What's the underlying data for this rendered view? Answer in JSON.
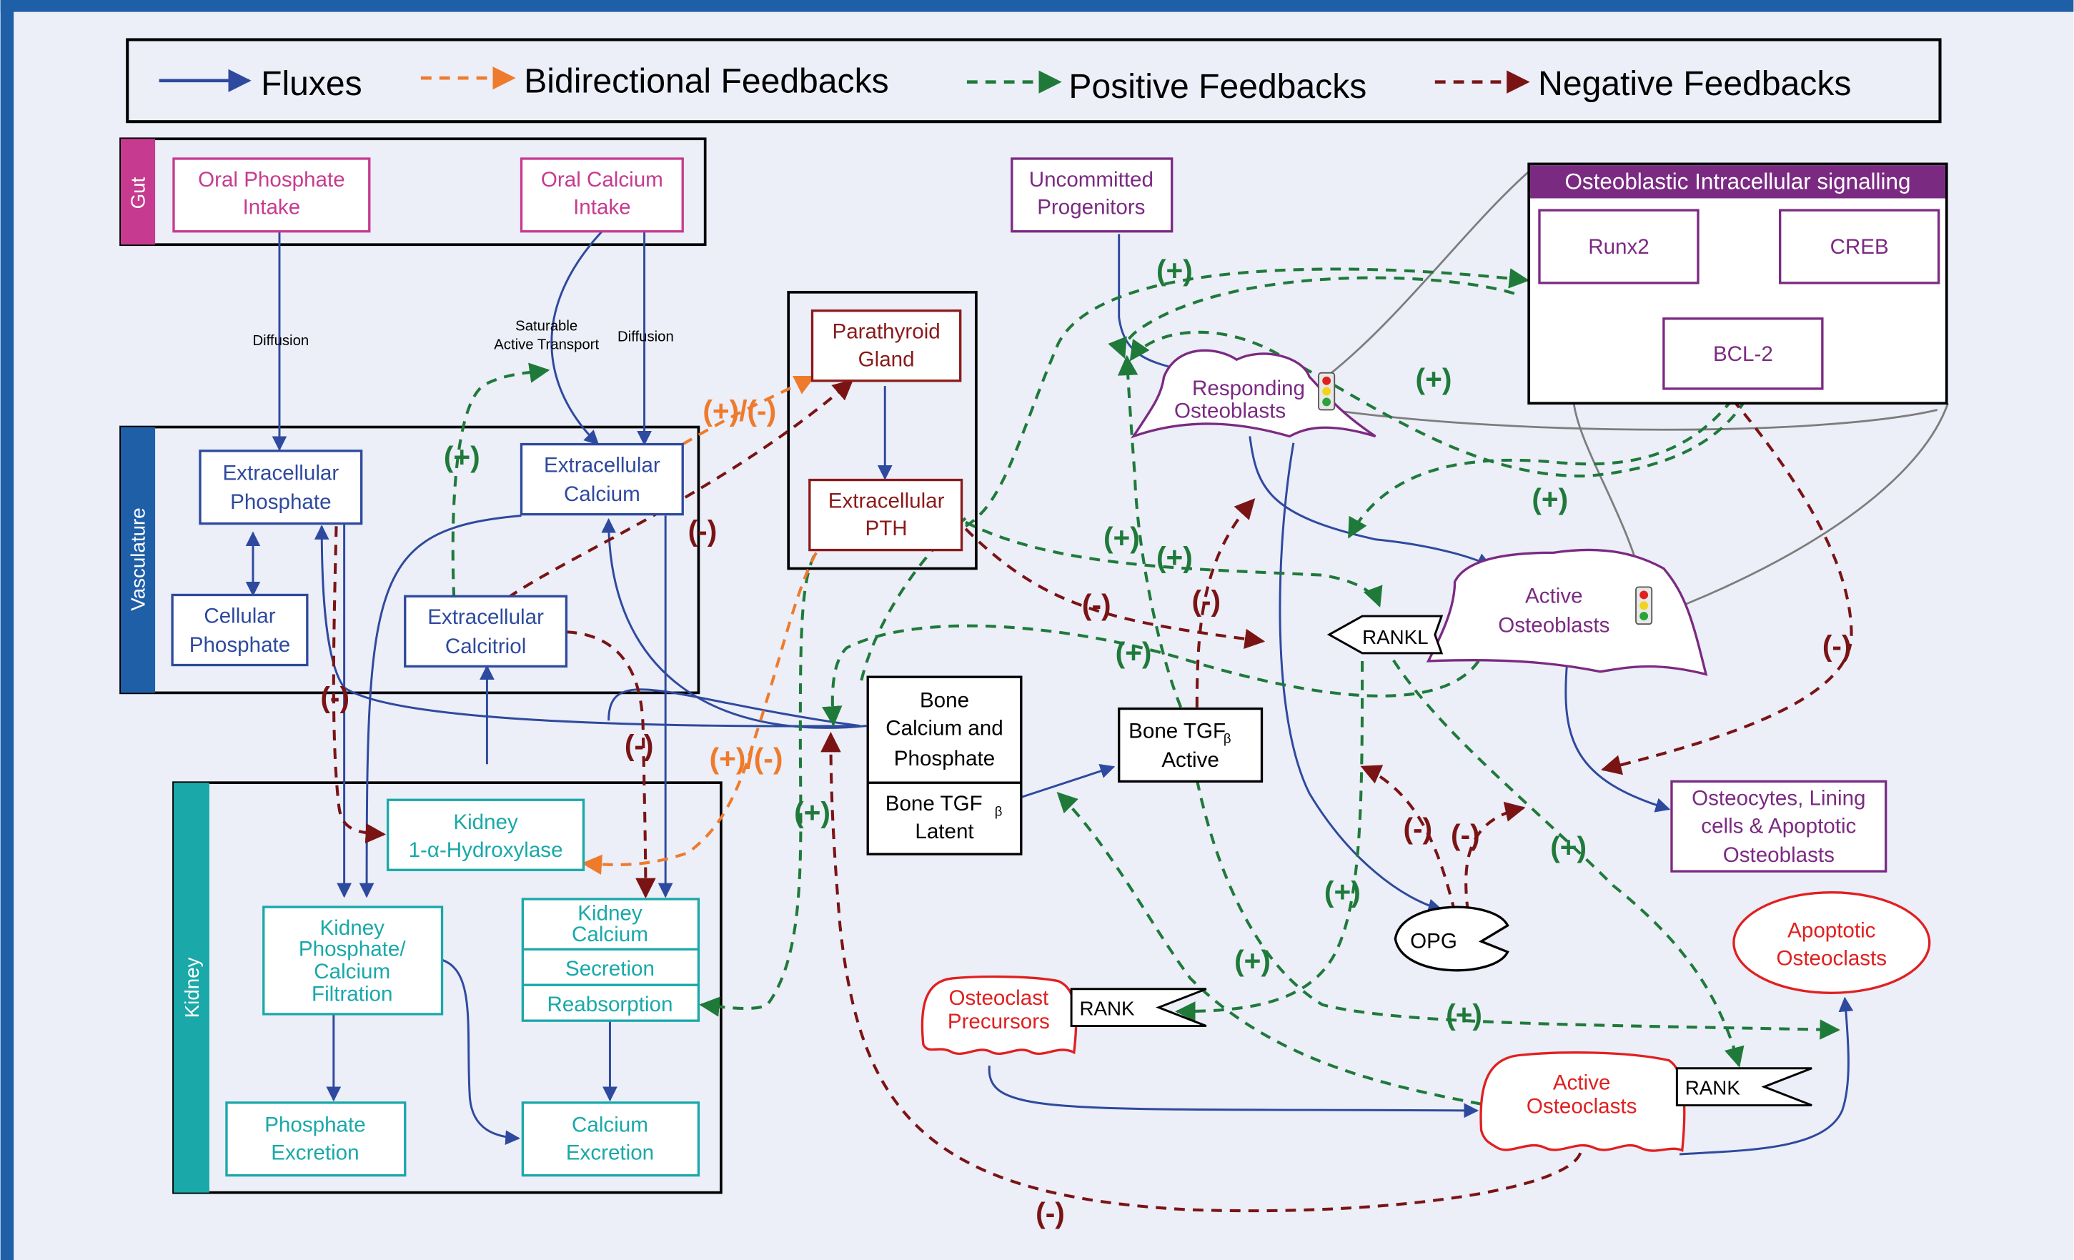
{
  "colors": {
    "background": "#eceef8",
    "frame": "#1f5fa8",
    "fluxes": "#2e4a9e",
    "bidirectional": "#ee7b2c",
    "positive": "#1f7a3a",
    "negative": "#7a1414",
    "gut": "#c63b8f",
    "vasculature": "#2e4a9e",
    "kidney": "#1aa8a8",
    "parathyroid": "#8b1a1a",
    "osteoblast": "#7b2a82",
    "osteoclast": "#e02020",
    "connector": "#7d7d7d"
  },
  "legend": {
    "fluxes": "Fluxes",
    "bidirectional": "Bidirectional Feedbacks",
    "positive": "Positive Feedbacks",
    "negative": "Negative Feedbacks"
  },
  "compartments": {
    "gut": "Gut",
    "vasculature": "Vasculature",
    "kidney": "Kidney"
  },
  "nodes": {
    "oral_phosphate": [
      "Oral Phosphate",
      "Intake"
    ],
    "oral_calcium": [
      "Oral Calcium",
      "Intake"
    ],
    "ec_phosphate": [
      "Extracellular",
      "Phosphate"
    ],
    "cell_phosphate": [
      "Cellular",
      "Phosphate"
    ],
    "ec_calcium": [
      "Extracellular",
      "Calcium"
    ],
    "ec_calcitriol": [
      "Extracellular",
      "Calcitriol"
    ],
    "parathyroid": [
      "Parathyroid",
      "Gland"
    ],
    "ec_pth": [
      "Extracellular",
      "PTH"
    ],
    "kidney_hydroxylase": [
      "Kidney",
      "1-α-Hydroxylase"
    ],
    "kidney_filtration": [
      "Kidney",
      "Phosphate/",
      "Calcium",
      "Filtration"
    ],
    "kidney_calcium": [
      "Kidney",
      "Calcium"
    ],
    "secretion": "Secretion",
    "reabsorption": "Reabsorption",
    "phosphate_excretion": [
      "Phosphate",
      "Excretion"
    ],
    "calcium_excretion": [
      "Calcium",
      "Excretion"
    ],
    "bone_cap": [
      "Bone",
      "Calcium and",
      "Phosphate"
    ],
    "bone_tgf_latent": [
      "Bone TGF",
      "β",
      "Latent"
    ],
    "bone_tgf_active": [
      "Bone TGF",
      "β",
      "Active"
    ],
    "uncommitted": [
      "Uncommitted",
      "Progenitors"
    ],
    "intracell_title": "Osteoblastic Intracellular signalling",
    "runx2": "Runx2",
    "creb": "CREB",
    "bcl2": "BCL-2",
    "responding_ob": [
      "Responding",
      "Osteoblasts"
    ],
    "active_ob": [
      "Active",
      "Osteoblasts"
    ],
    "rankl": "RANKL",
    "osteocytes": [
      "Osteocytes, Lining",
      "cells & Apoptotic",
      "Osteoblasts"
    ],
    "opg": "OPG",
    "oc_precursors": [
      "Osteoclast",
      "Precursors"
    ],
    "rank_precursor": "RANK",
    "active_oc": [
      "Active",
      "Osteoclasts"
    ],
    "rank_active": "RANK",
    "apoptotic_oc": [
      "Apoptotic",
      "Osteoclasts"
    ]
  },
  "edge_labels": {
    "diffusion_p": "Diffusion",
    "diffusion_c": "Diffusion",
    "saturable": [
      "Saturable",
      "Active Transport"
    ]
  },
  "signs": {
    "pos": "(+)",
    "neg": "(-)",
    "bidir": "(+)/(-)"
  }
}
